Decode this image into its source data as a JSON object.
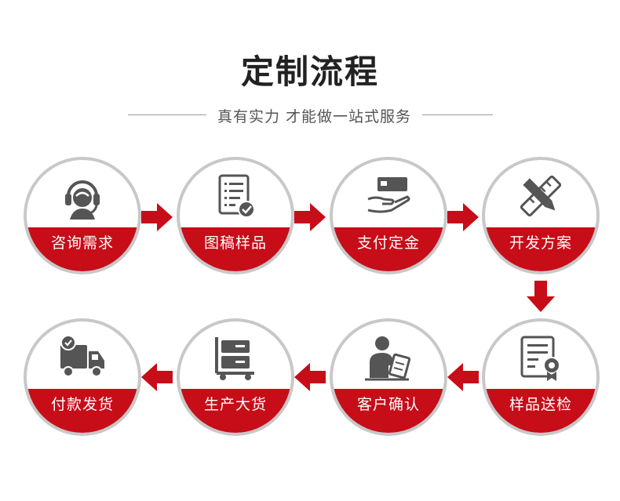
{
  "header": {
    "title": "定制流程",
    "subtitle": "真有实力 才能做一站式服务"
  },
  "colors": {
    "accent_red": "#c70d18",
    "icon_gray": "#555555",
    "ring_gray": "#c8c8c8"
  },
  "steps": [
    {
      "label": "咨询需求",
      "icon": "headset-agent-icon"
    },
    {
      "label": "图稿样品",
      "icon": "checklist-document-icon"
    },
    {
      "label": "支付定金",
      "icon": "hand-payment-card-icon"
    },
    {
      "label": "开发方案",
      "icon": "pencil-ruler-icon"
    },
    {
      "label": "样品送检",
      "icon": "certificate-badge-icon"
    },
    {
      "label": "客户确认",
      "icon": "person-signing-icon"
    },
    {
      "label": "生产大货",
      "icon": "production-cart-icon"
    },
    {
      "label": "付款发货",
      "icon": "delivery-truck-icon"
    }
  ]
}
